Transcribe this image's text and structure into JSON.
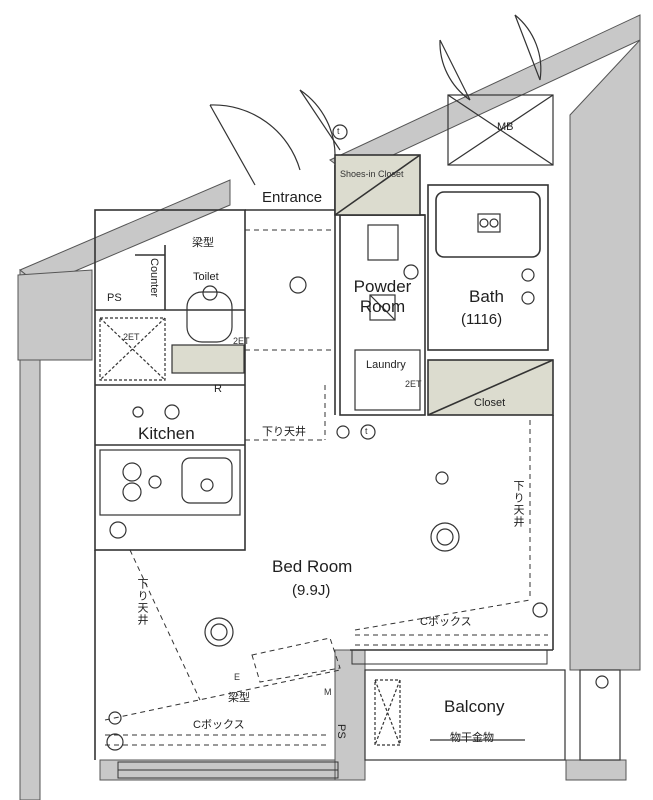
{
  "rooms": {
    "entrance": "Entrance",
    "shoes_in_closet": "Shoes-in Closet",
    "mb": "MB",
    "toilet": "Toilet",
    "counter": "Counter",
    "ps_top": "PS",
    "powder_room_line1": "Powder",
    "powder_room_line2": "Room",
    "bath": "Bath",
    "bath_size": "(1116)",
    "laundry": "Laundry",
    "closet": "Closet",
    "kitchen": "Kitchen",
    "bed_room": "Bed Room",
    "bed_room_size": "(9.9J)",
    "balcony": "Balcony",
    "ps_bottom": "PS"
  },
  "notes": {
    "beam_top": "梁型",
    "beam_bottom": "梁型",
    "lowered_ceiling_center": "下り天井",
    "lowered_ceiling_right": "下り天井",
    "lowered_ceiling_left": "下り天井",
    "c_box_right": "Cボックス",
    "c_box_bottom": "Cボックス",
    "drying_rack": "物干金物",
    "r_mark": "R",
    "t_mark_top": "t",
    "t_mark_mid": "t",
    "m_mark": "M",
    "e_mark": "E",
    "two_et_a": "2ET",
    "two_et_b": "2ET",
    "two_et_c": "2ET"
  },
  "colors": {
    "wall": "#c8c8c8",
    "wall_stroke": "#555555",
    "line": "#333333",
    "closet_fill": "#dcdccf",
    "outer": "#b4b4b4"
  }
}
